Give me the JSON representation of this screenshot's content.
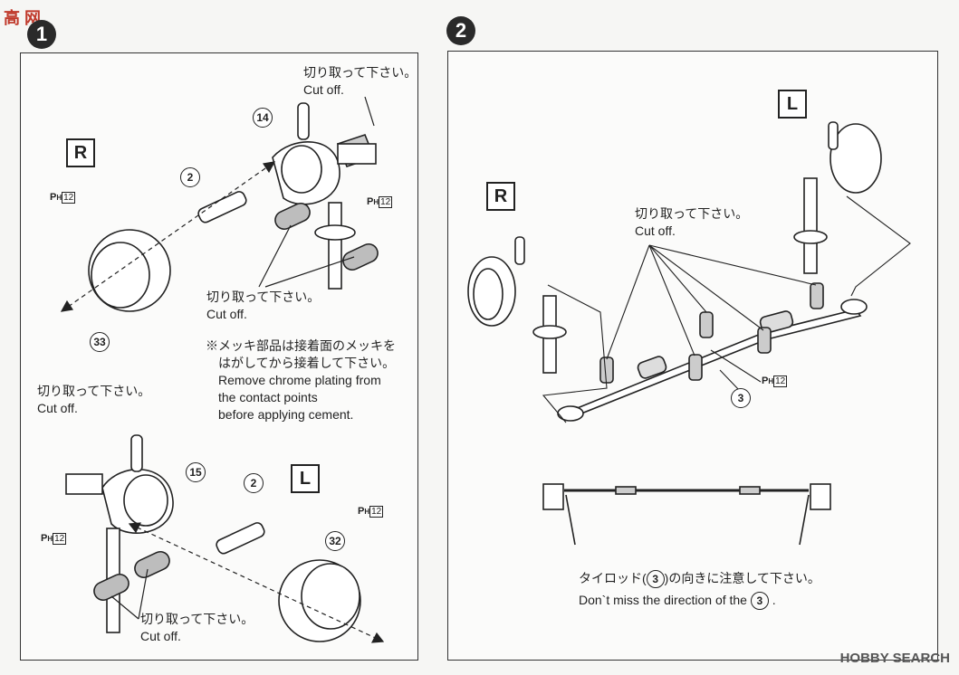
{
  "watermark_top": "高 网",
  "watermark_bottom": "HOBBY SEARCH",
  "step1": {
    "number": "1",
    "side_r": "R",
    "side_l": "L",
    "cutoff_jp": "切り取って下さい。",
    "cutoff_en": "Cut off.",
    "parts": {
      "p14": "14",
      "p2": "2",
      "p33": "33",
      "p15": "15",
      "p32": "32"
    },
    "ph_main": "P",
    "ph_sub": "H",
    "ph_num": "12",
    "note_jp_1": "※メッキ部品は接着面のメッキを",
    "note_jp_2": "はがしてから接着して下さい。",
    "note_en_1": "Remove chrome plating from",
    "note_en_2": "the contact points",
    "note_en_3": "before applying cement."
  },
  "step2": {
    "number": "2",
    "side_r": "R",
    "side_l": "L",
    "cutoff_jp": "切り取って下さい。",
    "cutoff_en": "Cut off.",
    "part3": "3",
    "ph_main": "P",
    "ph_sub": "H",
    "ph_num": "12",
    "note_jp_pre": "タイロッド(",
    "note_jp_post": ")の向きに注意して下さい。",
    "note_en_pre": "Don`t miss the direction of the",
    "note_en_post": "."
  }
}
